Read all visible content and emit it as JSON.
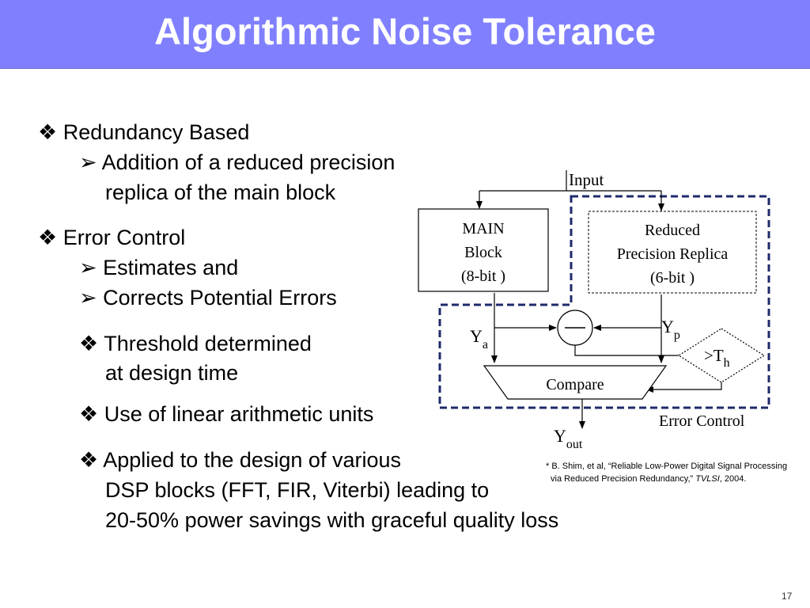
{
  "slide": {
    "title": "Algorithmic Noise Tolerance",
    "page_number": "17"
  },
  "bullets": [
    {
      "icon": "diamond-bullet-icon",
      "glyph": "❖",
      "text": "Redundancy Based"
    },
    {
      "icon": "arrow-bullet-icon",
      "glyph": "➢",
      "text": "Addition of a reduced precision"
    },
    {
      "text": "replica of the main block"
    },
    {
      "icon": "diamond-bullet-icon",
      "glyph": "❖",
      "text": "Error Control"
    },
    {
      "icon": "arrow-bullet-icon",
      "glyph": "➢",
      "text": "Estimates and"
    },
    {
      "icon": "arrow-bullet-icon",
      "glyph": "➢",
      "text": "Corrects Potential Errors"
    },
    {
      "icon": "diamond-bullet-icon",
      "glyph": "❖",
      "text": "Threshold determined"
    },
    {
      "text": "at design time"
    },
    {
      "icon": "diamond-bullet-icon",
      "glyph": "❖",
      "text": "Use of linear arithmetic units"
    },
    {
      "icon": "diamond-bullet-icon",
      "glyph": "❖",
      "text": "Applied to the design of various"
    },
    {
      "text": "DSP blocks (FFT, FIR, Viterbi) leading to"
    },
    {
      "text": "20-50% power savings with graceful quality loss"
    }
  ],
  "diagram": {
    "input_label": "Input",
    "main_block": {
      "line1": "MAIN",
      "line2": "Block",
      "line3": "(8-bit )"
    },
    "replica_block": {
      "line1": "Reduced",
      "line2": "Precision Replica",
      "line3": "(6-bit )"
    },
    "ya": {
      "base": "Y",
      "sub": "a"
    },
    "yp": {
      "base": "Y",
      "sub": "p"
    },
    "threshold": {
      "base": ">T",
      "sub": "h"
    },
    "compare_label": "Compare",
    "yout": {
      "base": "Y",
      "sub": "out"
    },
    "error_control_label": "Error Control"
  },
  "footnote": {
    "line1": "* B. Shim, et al, “Reliable Low-Power Digital Signal  Processing",
    "line2_prefix": "via Reduced  Precision Redundancy,” ",
    "line2_journal": "TVLSI",
    "line2_suffix": ", 2004."
  },
  "colors": {
    "title_bar": "#8080ff",
    "dashed_border": "#1f2a6b"
  }
}
